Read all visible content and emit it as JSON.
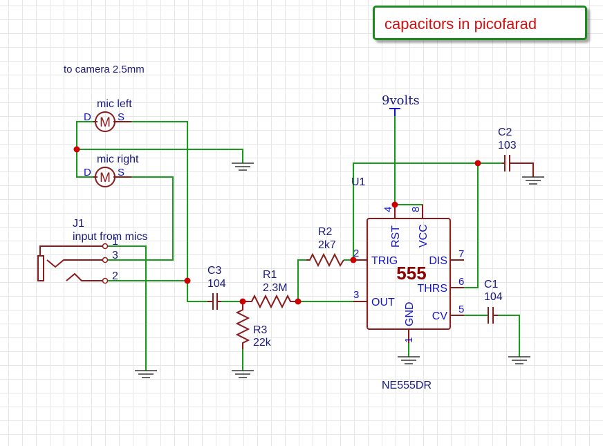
{
  "note": "capacitors in picofarad",
  "camera_label": "to camera 2.5mm",
  "supply_label": "9volts",
  "mics": [
    {
      "name": "mic left",
      "pin_d": "D",
      "pin_s": "S",
      "symbol": "M"
    },
    {
      "name": "mic right",
      "pin_d": "D",
      "pin_s": "S",
      "symbol": "M"
    }
  ],
  "connector": {
    "ref": "J1",
    "desc": "input from mics",
    "pins": [
      "1",
      "3",
      "2"
    ]
  },
  "components": {
    "c1": {
      "ref": "C1",
      "value": "104"
    },
    "c2": {
      "ref": "C2",
      "value": "103"
    },
    "c3": {
      "ref": "C3",
      "value": "104"
    },
    "r1": {
      "ref": "R1",
      "value": "2.3M"
    },
    "r2": {
      "ref": "R2",
      "value": "2k7"
    },
    "r3": {
      "ref": "R3",
      "value": "22k"
    }
  },
  "ic": {
    "ref": "U1",
    "name": "555",
    "part": "NE555DR",
    "pins": {
      "rst": {
        "num": "4",
        "label": "RST"
      },
      "vcc": {
        "num": "8",
        "label": "VCC"
      },
      "trig": {
        "num": "2",
        "label": "TRIG"
      },
      "out": {
        "num": "3",
        "label": "OUT"
      },
      "dis": {
        "num": "7",
        "label": "DIS"
      },
      "thrs": {
        "num": "6",
        "label": "THRS"
      },
      "cv": {
        "num": "5",
        "label": "CV"
      },
      "gnd": {
        "num": "1",
        "label": "GND"
      }
    }
  },
  "colors": {
    "wire": "#1a9a1a",
    "component": "#8b1a1a",
    "pin_text": "#1515c8",
    "node": "#cc0000",
    "note_border": "#1a8a1a",
    "note_text": "#d01010"
  }
}
